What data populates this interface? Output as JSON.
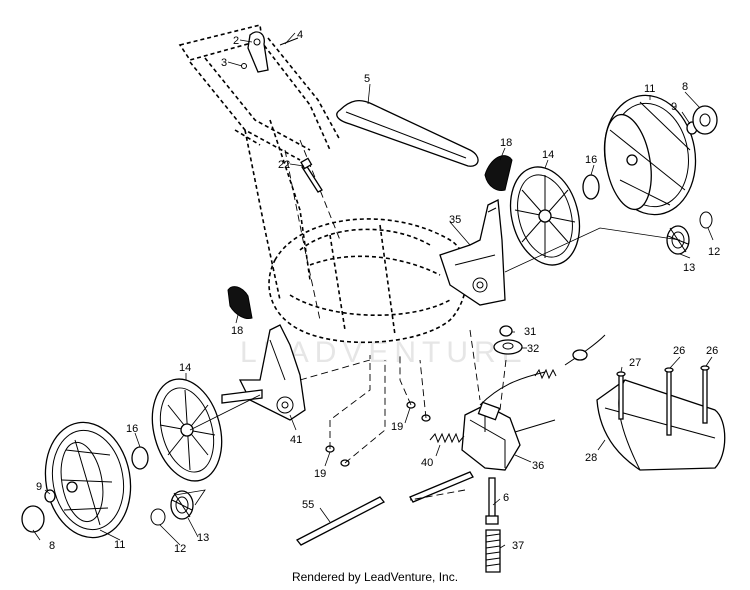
{
  "callouts": [
    {
      "id": "c2",
      "text": "2"
    },
    {
      "id": "c4",
      "text": "4"
    },
    {
      "id": "c3",
      "text": "3"
    },
    {
      "id": "c5",
      "text": "5"
    },
    {
      "id": "c22",
      "text": "22"
    },
    {
      "id": "c18a",
      "text": "18"
    },
    {
      "id": "c14a",
      "text": "14"
    },
    {
      "id": "c35",
      "text": "35"
    },
    {
      "id": "c16a",
      "text": "16"
    },
    {
      "id": "c11a",
      "text": "11"
    },
    {
      "id": "c8a",
      "text": "8"
    },
    {
      "id": "c9a",
      "text": "9"
    },
    {
      "id": "c13a",
      "text": "13"
    },
    {
      "id": "c12a",
      "text": "12"
    },
    {
      "id": "c18b",
      "text": "18"
    },
    {
      "id": "c31",
      "text": "31"
    },
    {
      "id": "c32",
      "text": "32"
    },
    {
      "id": "c14b",
      "text": "14"
    },
    {
      "id": "c27",
      "text": "27"
    },
    {
      "id": "c26a",
      "text": "26"
    },
    {
      "id": "c26b",
      "text": "26"
    },
    {
      "id": "c41",
      "text": "41"
    },
    {
      "id": "c16b",
      "text": "16"
    },
    {
      "id": "c19a",
      "text": "19"
    },
    {
      "id": "c19b",
      "text": "19"
    },
    {
      "id": "c40",
      "text": "40"
    },
    {
      "id": "c36",
      "text": "36"
    },
    {
      "id": "c28",
      "text": "28"
    },
    {
      "id": "c9b",
      "text": "9"
    },
    {
      "id": "c6",
      "text": "6"
    },
    {
      "id": "c55",
      "text": "55"
    },
    {
      "id": "c8b",
      "text": "8"
    },
    {
      "id": "c11b",
      "text": "11"
    },
    {
      "id": "c12b",
      "text": "12"
    },
    {
      "id": "c13b",
      "text": "13"
    },
    {
      "id": "c37",
      "text": "37"
    }
  ],
  "watermark": "LEADVENTURE",
  "footer": "Rendered by LeadVenture, Inc."
}
